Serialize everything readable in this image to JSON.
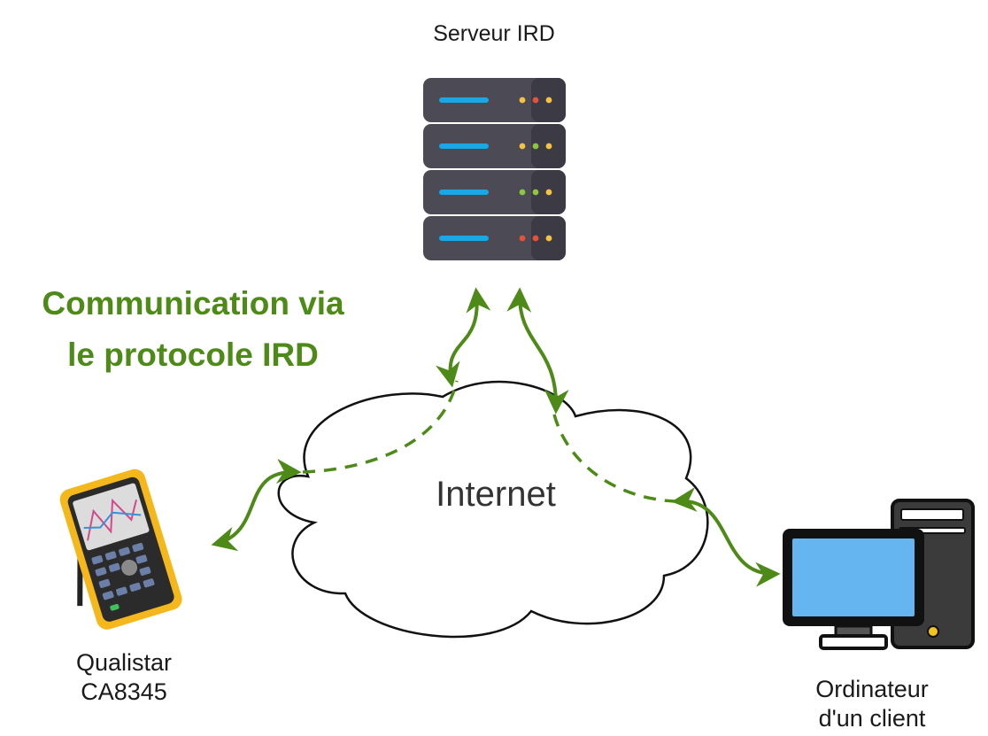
{
  "diagram": {
    "server": {
      "label": "Serveur IRD"
    },
    "protocol_note": {
      "line1": "Communication via",
      "line2": "le protocole IRD"
    },
    "cloud": {
      "label": "Internet"
    },
    "device": {
      "line1": "Qualistar",
      "line2": "CA8345"
    },
    "client": {
      "line1": "Ordinateur",
      "line2": "d'un client"
    }
  },
  "colors": {
    "link_green": "#4d8a17",
    "server_body": "#4c4a55",
    "server_led_blue": "#18a8e5",
    "device_yellow": "#f4b81c",
    "monitor_screen": "#64b5f0"
  },
  "icons": [
    "server-icon",
    "cloud-shape",
    "power-analyzer-icon",
    "desktop-computer-icon"
  ]
}
